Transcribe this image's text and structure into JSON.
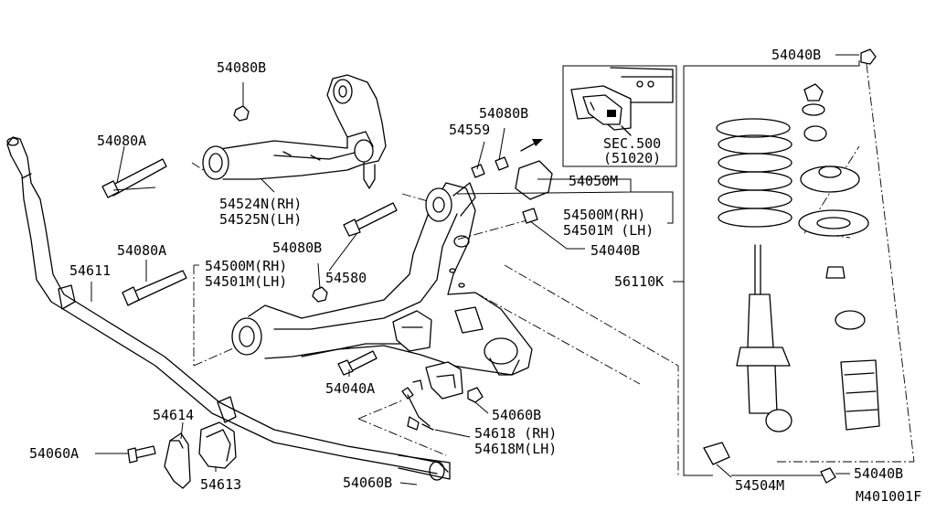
{
  "diagram": {
    "code": "M401001F",
    "sec_ref": {
      "line1": "SEC.500",
      "line2": "(51020)"
    },
    "labels": {
      "p54080B_upper": "54080B",
      "p54080A_upper": "54080A",
      "p54524N": "54524N(RH)",
      "p54525N": "54525N(LH)",
      "p54559": "54559",
      "p54080B_mid": "54080B",
      "p54050M": "54050M",
      "p54500M_right": "54500M(RH)",
      "p54501M_right": "54501M (LH)",
      "p54040B_mid": "54040B",
      "p54080A_left": "54080A",
      "p54611": "54611",
      "p54500M_left": "54500M(RH)",
      "p54501M_left": "54501M(LH)",
      "p54080B_left": "54080B",
      "p54580": "54580",
      "p54040A": "54040A",
      "p54060B_mid": "54060B",
      "p54618": "54618  (RH)",
      "p54618M": "54618M(LH)",
      "p54614": "54614",
      "p54060A": "54060A",
      "p54613": "54613",
      "p54060B_bottom": "54060B",
      "p56110K": "56110K",
      "p54040B_top": "54040B",
      "p54504M": "54504M",
      "p54040B_bottom": "54040B"
    }
  }
}
